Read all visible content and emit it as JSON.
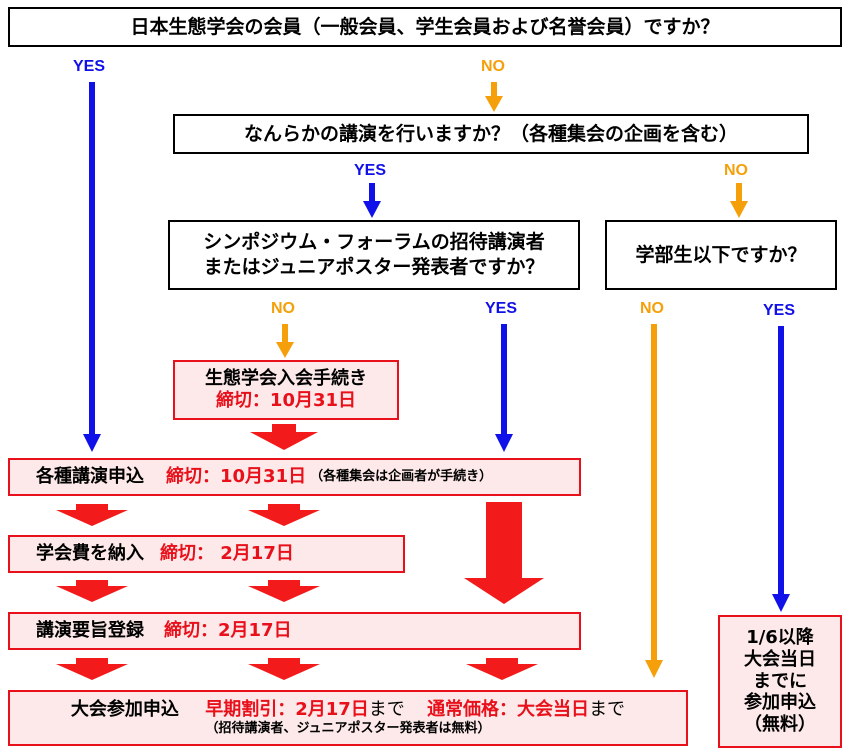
{
  "q_member": "日本生態学会の会員（一般会員、学生会員および名誉会員）ですか？",
  "q_lecture": "なんらかの講演を行いますか？（各種集会の企画を含む）",
  "q_invited_line1": "シンポジウム・フォーラムの招待講演者",
  "q_invited_line2": "またはジュニアポスター発表者ですか？",
  "q_undergrad": "学部生以下ですか？",
  "yes": "YES",
  "no": "NO",
  "join": {
    "title": "生態学会入会手続き",
    "deadline": "締切：10月31日"
  },
  "step_lecture": {
    "title": "各種講演申込",
    "deadline": "締切：10月31日",
    "note": "（各種集会は企画者が手続き）"
  },
  "step_fee": {
    "title": "学会費を納入",
    "deadline": "締切： 2月17日"
  },
  "step_abstract": {
    "title": "講演要旨登録",
    "deadline": "締切：2月17日"
  },
  "step_register": {
    "title": "大会参加申込",
    "early": "早期割引：2月17日",
    "made1": "まで",
    "normal": "通常価格：大会当日",
    "made2": "まで",
    "note": "（招待講演者、ジュニアポスター発表者は無料）"
  },
  "free_box": {
    "line1": "1/6以降",
    "line2": "大会当日",
    "line3": "までに",
    "line4": "参加申込",
    "line5": "（無料）"
  },
  "colors": {
    "yes_arrow": "#1010e8",
    "no_arrow": "#f5a00a",
    "step_arrow": "#f21a1a",
    "step_border": "#e8101a",
    "step_fill": "#fde9e9"
  }
}
